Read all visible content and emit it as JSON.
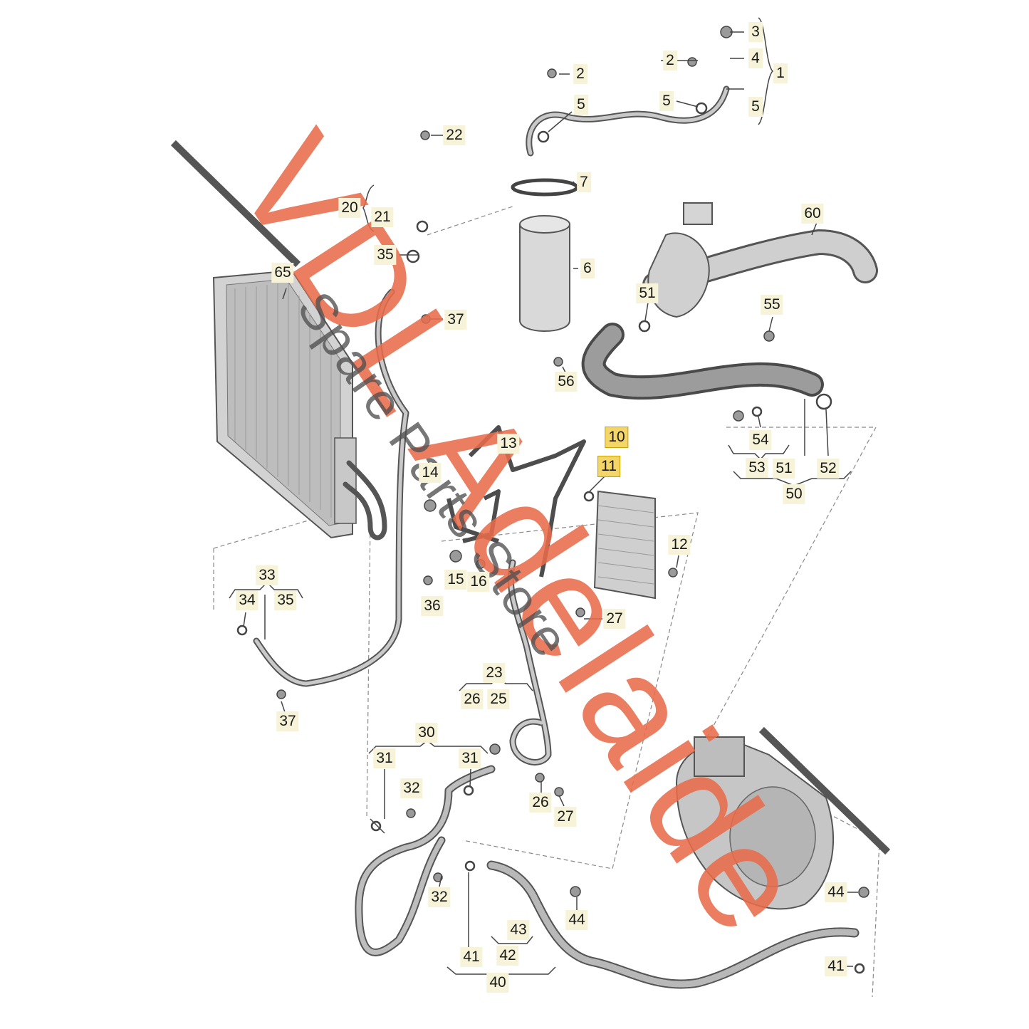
{
  "watermark": {
    "main": "VDL Adelaide",
    "sub": "Spare Parts Store",
    "main_color": "#e86b4b",
    "sub_color": "#505050"
  },
  "callout_style": {
    "label_bg": "#f6f3d8",
    "highlight_bg": "#f3d667"
  },
  "callouts": [
    {
      "id": "c1",
      "text": "1"
    },
    {
      "id": "c2a",
      "text": "2"
    },
    {
      "id": "c2b",
      "text": "2"
    },
    {
      "id": "c3",
      "text": "3"
    },
    {
      "id": "c4",
      "text": "4"
    },
    {
      "id": "c5a",
      "text": "5"
    },
    {
      "id": "c5b",
      "text": "5"
    },
    {
      "id": "c5c",
      "text": "5"
    },
    {
      "id": "c6",
      "text": "6"
    },
    {
      "id": "c7",
      "text": "7"
    },
    {
      "id": "c10",
      "text": "10"
    },
    {
      "id": "c11",
      "text": "11"
    },
    {
      "id": "c12",
      "text": "12"
    },
    {
      "id": "c13",
      "text": "13"
    },
    {
      "id": "c14",
      "text": "14"
    },
    {
      "id": "c15",
      "text": "15"
    },
    {
      "id": "c16",
      "text": "16"
    },
    {
      "id": "c20",
      "text": "20"
    },
    {
      "id": "c21",
      "text": "21"
    },
    {
      "id": "c22",
      "text": "22"
    },
    {
      "id": "c23",
      "text": "23"
    },
    {
      "id": "c25",
      "text": "25"
    },
    {
      "id": "c26a",
      "text": "26"
    },
    {
      "id": "c26b",
      "text": "26"
    },
    {
      "id": "c27a",
      "text": "27"
    },
    {
      "id": "c27b",
      "text": "27"
    },
    {
      "id": "c30",
      "text": "30"
    },
    {
      "id": "c31a",
      "text": "31"
    },
    {
      "id": "c31b",
      "text": "31"
    },
    {
      "id": "c32a",
      "text": "32"
    },
    {
      "id": "c32b",
      "text": "32"
    },
    {
      "id": "c33",
      "text": "33"
    },
    {
      "id": "c34",
      "text": "34"
    },
    {
      "id": "c35a",
      "text": "35"
    },
    {
      "id": "c35b",
      "text": "35"
    },
    {
      "id": "c36",
      "text": "36"
    },
    {
      "id": "c37a",
      "text": "37"
    },
    {
      "id": "c37b",
      "text": "37"
    },
    {
      "id": "c40",
      "text": "40"
    },
    {
      "id": "c41a",
      "text": "41"
    },
    {
      "id": "c41b",
      "text": "41"
    },
    {
      "id": "c42",
      "text": "42"
    },
    {
      "id": "c43",
      "text": "43"
    },
    {
      "id": "c44a",
      "text": "44"
    },
    {
      "id": "c44b",
      "text": "44"
    },
    {
      "id": "c50",
      "text": "50"
    },
    {
      "id": "c51a",
      "text": "51"
    },
    {
      "id": "c51b",
      "text": "51"
    },
    {
      "id": "c52",
      "text": "52"
    },
    {
      "id": "c53",
      "text": "53"
    },
    {
      "id": "c54",
      "text": "54"
    },
    {
      "id": "c55",
      "text": "55"
    },
    {
      "id": "c56",
      "text": "56"
    },
    {
      "id": "c60",
      "text": "60"
    },
    {
      "id": "c65",
      "text": "65"
    }
  ]
}
